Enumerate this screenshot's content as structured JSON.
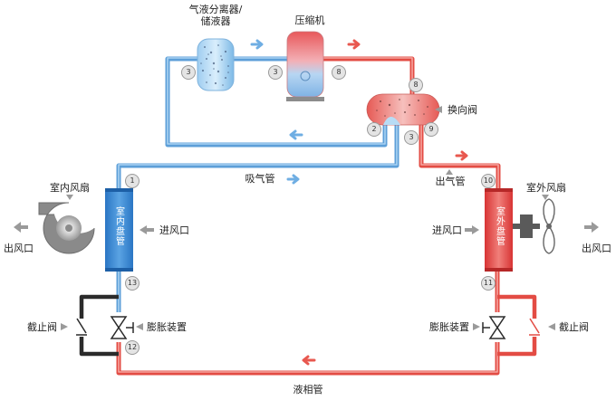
{
  "labels": {
    "separator": "气液分离器/\n储液器",
    "compressor": "压缩机",
    "reversing_valve": "换向阀",
    "suction_pipe": "吸气管",
    "discharge_pipe": "出气管",
    "indoor_fan": "室内风扇",
    "outdoor_fan": "室外风扇",
    "indoor_coil": "室内盘管",
    "outdoor_coil": "室外盘管",
    "air_inlet_left": "进风口",
    "air_inlet_right": "进风口",
    "air_outlet_left": "出风口",
    "air_outlet_right": "出风口",
    "shutoff_left": "截止阀",
    "shutoff_right": "截止阀",
    "expansion_left": "膨胀装置",
    "expansion_right": "膨胀装置",
    "liquid_pipe": "液相管"
  },
  "numbers": [
    "3",
    "3",
    "8",
    "8",
    "2",
    "3",
    "9",
    "1",
    "13",
    "12",
    "10",
    "11"
  ],
  "colors": {
    "cold_pipe": "#6faee3",
    "hot_pipe": "#e8584f",
    "dark_pipe": "#2b2b2b",
    "gray_arrow": "#9a9a9a"
  }
}
